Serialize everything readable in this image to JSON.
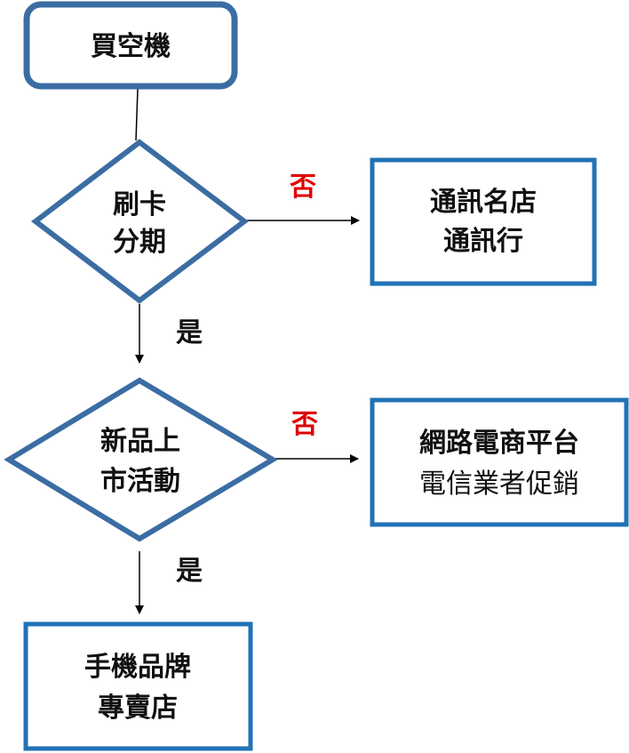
{
  "colors": {
    "shape_stroke": "#3b6da3",
    "box_stroke": "#1f73b7",
    "no_label": "#e00000",
    "line": "#000000"
  },
  "start": {
    "text": "買空機"
  },
  "decision1": {
    "line1": "刷卡",
    "line2": "分期"
  },
  "result1": {
    "line1": "通訊名店",
    "line2": "通訊行"
  },
  "decision2": {
    "line1": "新品上",
    "line2": "市活動"
  },
  "result2": {
    "line1": "網路電商平台",
    "line2": "電信業者促銷"
  },
  "final": {
    "line1": "手機品牌",
    "line2": "專賣店"
  },
  "labels": {
    "no": "否",
    "yes": "是"
  }
}
